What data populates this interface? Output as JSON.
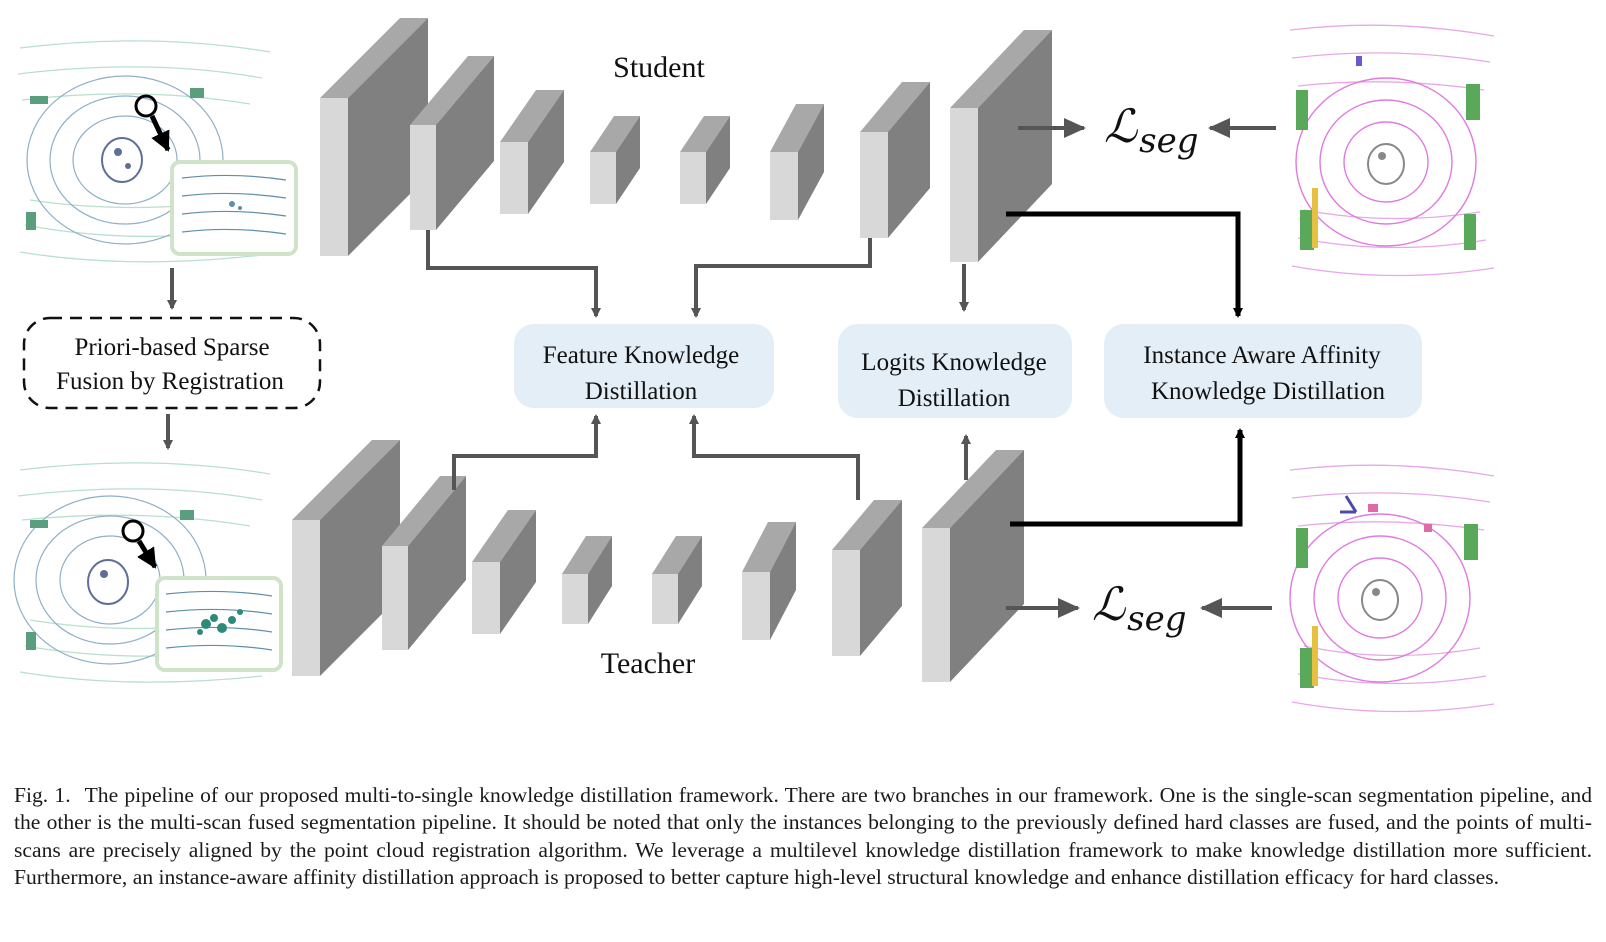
{
  "labels": {
    "student": "Student",
    "teacher": "Teacher",
    "prior_fusion_line1": "Priori-based Sparse",
    "prior_fusion_line2": "Fusion by Registration",
    "feature_kd_line1": "Feature Knowledge",
    "feature_kd_line2": "Distillation",
    "logits_kd_line1": "Logits Knowledge",
    "logits_kd_line2": "Distillation",
    "instance_kd_line1": "Instance Aware Affinity",
    "instance_kd_line2": "Knowledge Distillation",
    "loss_main": "ℒ",
    "loss_sub": "seg"
  },
  "caption": {
    "figure_number": "Fig. 1.",
    "text": "The pipeline of our proposed multi-to-single knowledge distillation framework. There are two branches in our framework. One is the single-scan segmentation pipeline, and the other is the multi-scan fused segmentation pipeline. It should be noted that only the instances belonging to the previously defined hard classes are fused, and the points of multi-scans are precisely aligned by the point cloud registration algorithm. We leverage a multilevel knowledge distillation framework to make knowledge distillation more sufficient. Furthermore, an instance-aware affinity distillation approach is proposed to better capture high-level structural knowledge and enhance distillation efficacy for hard classes."
  },
  "colors": {
    "box_fill": "#e3eef7",
    "arrow": "#555555",
    "arrow_dark": "#000000",
    "block_front": "#d8d8d8",
    "block_side": "#808080",
    "block_top": "#a8a8a8",
    "scan_green": "#7cc4a4",
    "scan_blue": "#6c7ea8",
    "scan_magenta": "#e07ae0"
  }
}
